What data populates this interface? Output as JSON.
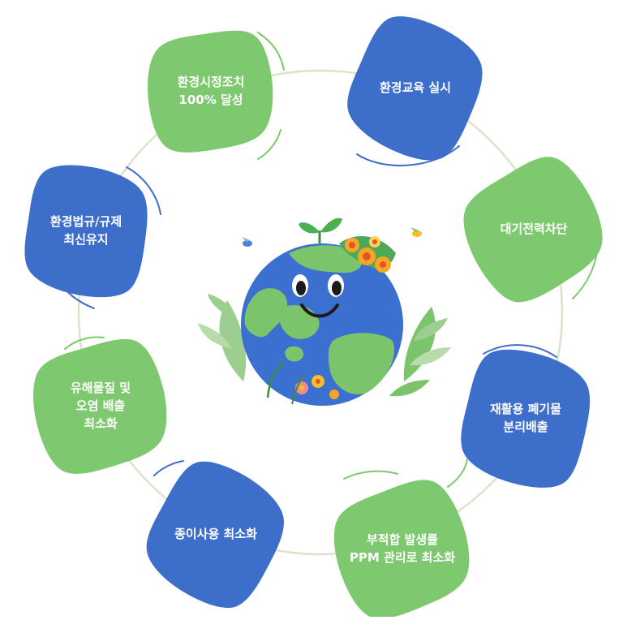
{
  "colors": {
    "green": "#7ec86f",
    "blue": "#3d6ec9",
    "ring": "#dde3c8",
    "ocean": "#3b6fd0",
    "land": "#7cc46c",
    "flower": "#f6a623",
    "flower_center": "#e2542f"
  },
  "items": [
    {
      "label": "환경시정조치\n100% 달성",
      "color": "green"
    },
    {
      "label": "환경교육 실시",
      "color": "blue"
    },
    {
      "label": "대기전력차단",
      "color": "green"
    },
    {
      "label": "재활용 폐기물\n분리배출",
      "color": "blue"
    },
    {
      "label": "부적합 발생률\nPPM 관리로 최소화",
      "color": "green"
    },
    {
      "label": "종이사용 최소화",
      "color": "blue"
    },
    {
      "label": "유해물질 및\n오염 배출\n최소화",
      "color": "green"
    },
    {
      "label": "환경법규/규제\n최신유지",
      "color": "blue"
    }
  ]
}
